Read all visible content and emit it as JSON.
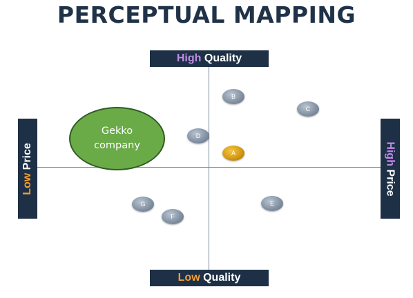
{
  "title": "PERCEPTUAL MAPPING",
  "axes": {
    "top": {
      "accent": "High",
      "rest": " Quality"
    },
    "bottom": {
      "accent": "Low",
      "rest": " Quality"
    },
    "left": {
      "accent": "Low",
      "rest": " Price"
    },
    "right": {
      "accent": "High",
      "rest": " Price"
    }
  },
  "gekko": {
    "line1": "Gekko",
    "line2": "company"
  },
  "points": [
    {
      "id": "A",
      "color": "#d59a14"
    },
    {
      "id": "B",
      "color": "#8593a5"
    },
    {
      "id": "C",
      "color": "#8593a5"
    },
    {
      "id": "D",
      "color": "#8593a5"
    },
    {
      "id": "E",
      "color": "#8593a5"
    },
    {
      "id": "F",
      "color": "#8593a5"
    },
    {
      "id": "G",
      "color": "#8593a5"
    }
  ],
  "colors": {
    "label_bg": "#1e3046",
    "accent_purple": "#c08be8",
    "accent_orange": "#f5a031",
    "gekko_fill": "#6aab47"
  }
}
